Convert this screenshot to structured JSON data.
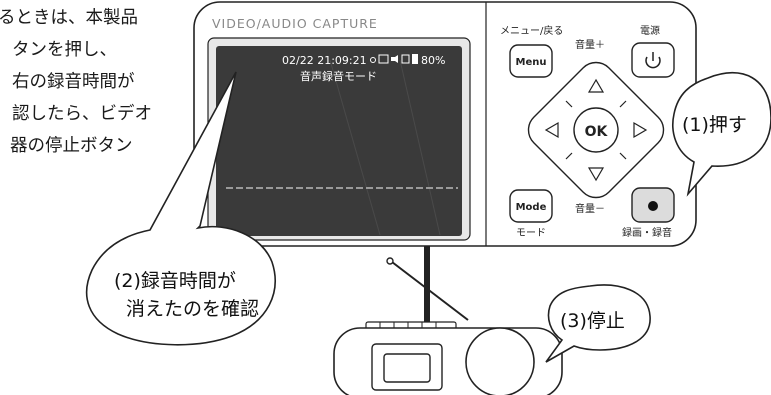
{
  "manual": {
    "lines": [
      "るときは、本製品",
      "タンを押し、",
      "右の録音時間が",
      "認したら、ビデオ",
      "器の停止ボタン"
    ]
  },
  "device": {
    "brand_label": "VIDEO/AUDIO CAPTURE",
    "screen": {
      "datetime": "02/22 21:09:21",
      "battery": "80%",
      "mode_label": "音声録音モード"
    },
    "controls": {
      "menu_top_label": "メニュー/戻る",
      "menu_button": "Menu",
      "vol_up_label": "音量＋",
      "power_label": "電源",
      "ok_button": "OK",
      "mode_button": "Mode",
      "mode_label": "モード",
      "vol_down_label": "音量－",
      "record_label": "録画・録音"
    }
  },
  "callouts": {
    "step1": "(1)押す",
    "step2_line1": "(2)録音時間が",
    "step2_line2": "消えたのを確認",
    "step3": "(3)停止"
  },
  "colors": {
    "outline": "#222222",
    "screen_bg": "#3a3a3a",
    "screen_text": "#ffffff",
    "record_button": "#dcdcdc"
  }
}
